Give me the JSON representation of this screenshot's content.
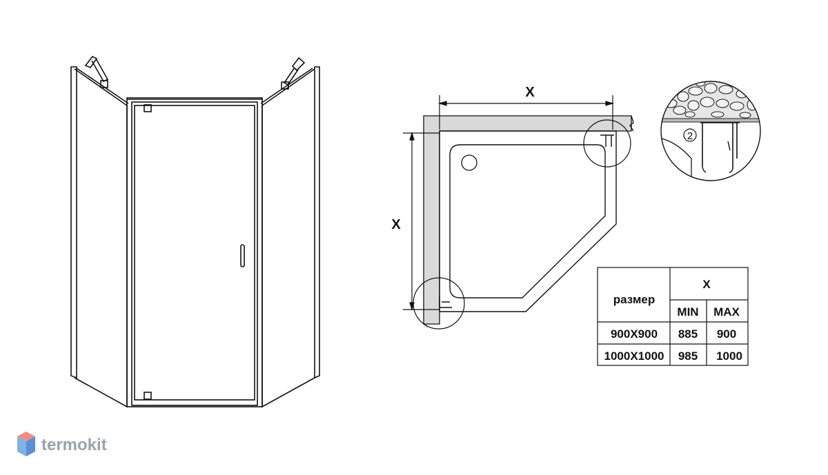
{
  "diagram": {
    "dimension_label_top": "X",
    "dimension_label_side": "X",
    "detail_number": "2"
  },
  "table": {
    "size_header": "размер",
    "x_header": "X",
    "min_header": "MIN",
    "max_header": "MAX",
    "rows": [
      {
        "size": "900X900",
        "min": "885",
        "max": "900"
      },
      {
        "size": "1000X1000",
        "min": "985",
        "max": "1000"
      }
    ]
  },
  "logo": {
    "text": "termokit",
    "colors": {
      "top": "#f28b82",
      "left": "#7fb2e5",
      "right": "#5b8fd6"
    }
  },
  "colors": {
    "line": "#111111",
    "wall_fill": "#d9d9d9"
  }
}
